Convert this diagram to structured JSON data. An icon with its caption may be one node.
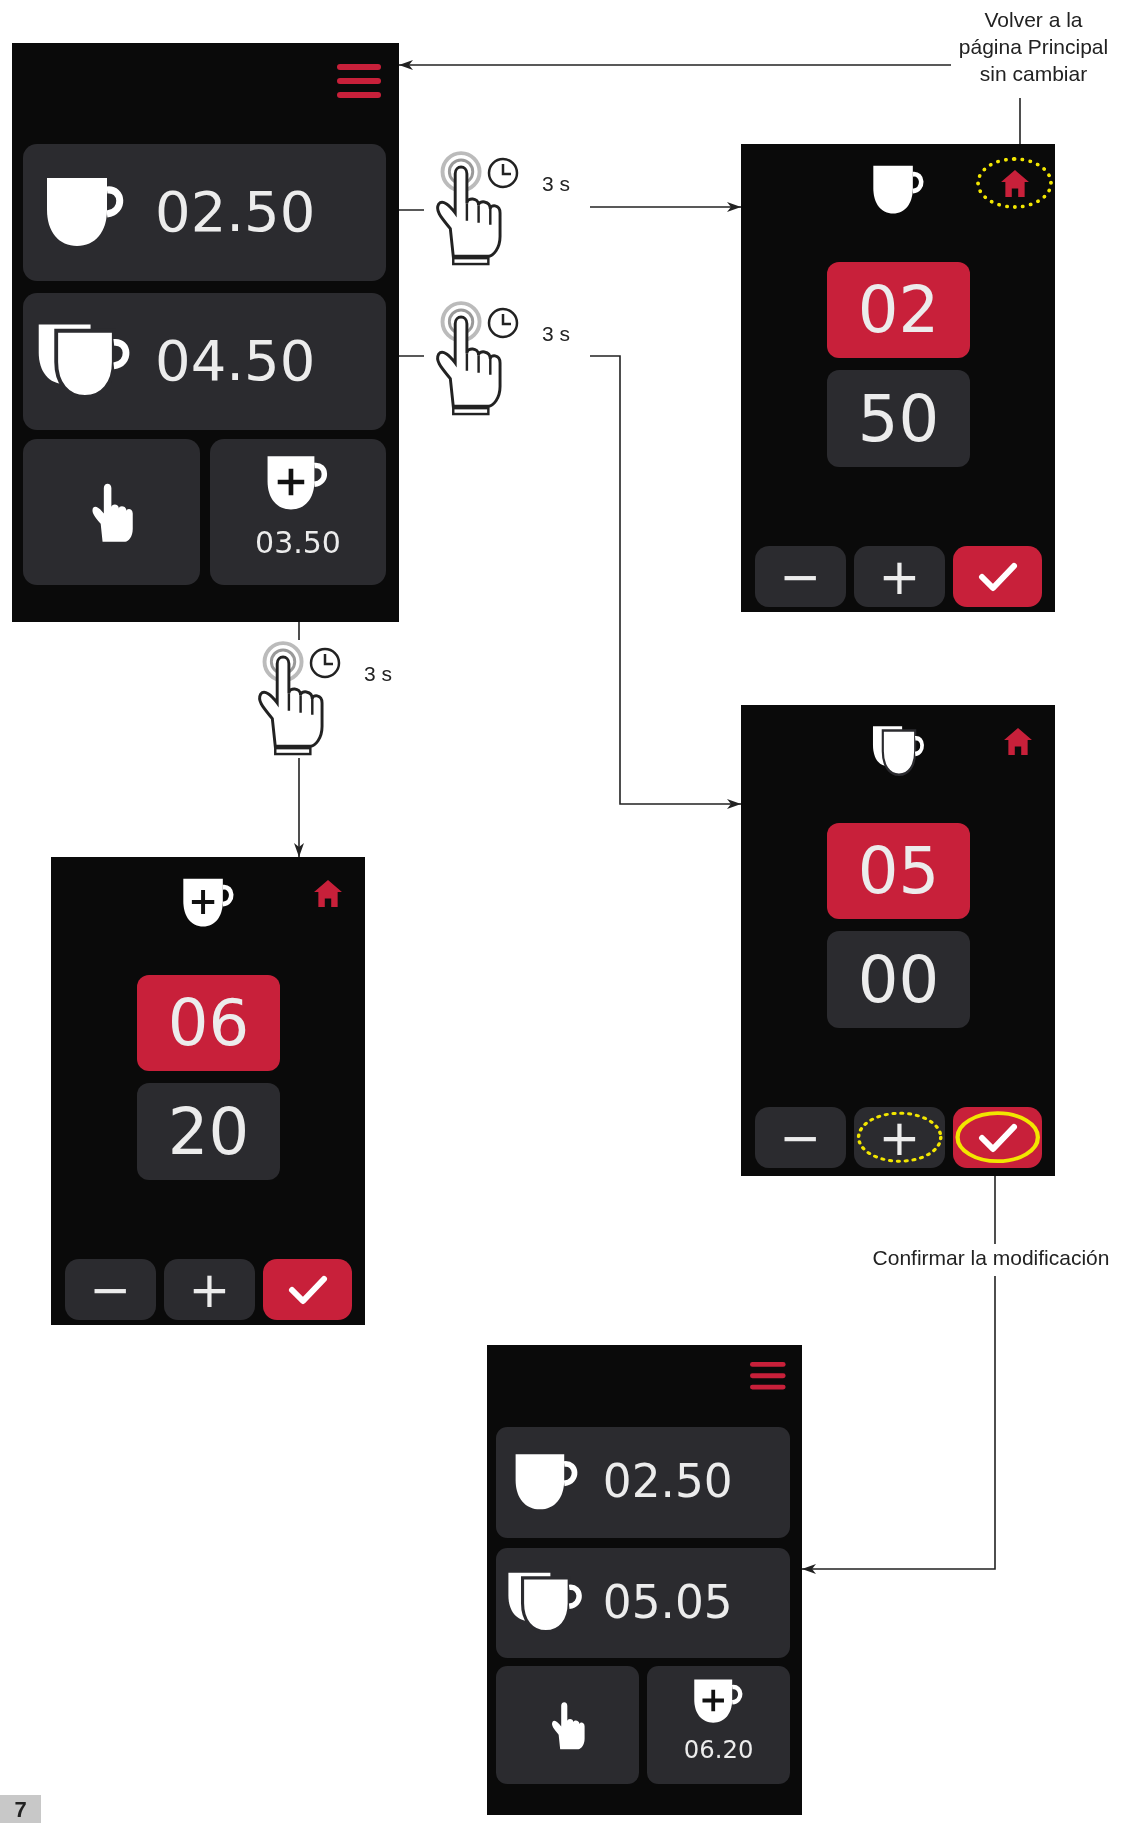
{
  "diagram": {
    "nodes": [
      {
        "text": [],
        "shape": "box"
      },
      {
        "text": [
          "02.50"
        ],
        "in": 0
      },
      {
        "text": [
          "04.50"
        ],
        "in": 0
      },
      {
        "text": [],
        "shape": "box",
        "in": 0
      },
      {
        "text": [
          "03.50"
        ],
        "in": 0
      },
      {
        "text": [
          "Volver a la página Principal sin cambiar"
        ]
      },
      {
        "text": [
          "3 s"
        ]
      },
      {
        "text": [
          "3 s"
        ]
      },
      {
        "text": [],
        "shape": "box"
      },
      {
        "text": [],
        "shape": "circle",
        "in": 8
      },
      {
        "text": [
          "02"
        ],
        "in": 8
      },
      {
        "text": [
          "50"
        ],
        "in": 8
      },
      {
        "text": [
          "−"
        ],
        "in": 8
      },
      {
        "text": [
          "+"
        ],
        "in": 8
      },
      {
        "text": [],
        "shape": "box",
        "in": 8
      },
      {
        "text": [
          "3 s"
        ]
      },
      {
        "text": [],
        "shape": "box"
      },
      {
        "text": [
          "05"
        ],
        "in": 16
      },
      {
        "text": [
          "00"
        ],
        "in": 16
      },
      {
        "text": [
          "−"
        ],
        "in": 16
      },
      {
        "text": [
          "+"
        ],
        "in": 16
      },
      {
        "text": [],
        "shape": "box",
        "in": 16
      },
      {
        "text": [],
        "shape": "box"
      },
      {
        "text": [
          "06"
        ],
        "in": 22
      },
      {
        "text": [
          "20"
        ],
        "in": 22
      },
      {
        "text": [
          "−"
        ],
        "in": 22
      },
      {
        "text": [
          "+"
        ],
        "in": 22
      },
      {
        "text": [],
        "shape": "box",
        "in": 22
      },
      {
        "text": [
          "Confirmar la modificación"
        ]
      },
      {
        "text": [],
        "shape": "box"
      },
      {
        "text": [
          "02.50"
        ],
        "in": 29
      },
      {
        "text": [
          "05.05"
        ],
        "in": 29
      },
      {
        "text": [],
        "shape": "box",
        "in": 29
      },
      {
        "text": [
          "06.20"
        ],
        "in": 29
      }
    ],
    "edges": [
      {
        "from": 1,
        "to": 6,
        "arrow": "none"
      },
      {
        "from": 6,
        "to": 8,
        "arrow": "to"
      },
      {
        "from": 2,
        "to": 7,
        "arrow": "none"
      },
      {
        "from": 7,
        "to": 16,
        "arrow": "to"
      },
      {
        "from": 4,
        "to": 15,
        "arrow": "none"
      },
      {
        "from": 15,
        "to": 22,
        "arrow": "to"
      },
      {
        "from": 9,
        "to": 5,
        "arrow": "none"
      },
      {
        "from": 5,
        "to": 0,
        "arrow": "to"
      },
      {
        "from": 21,
        "to": 28,
        "arrow": "none"
      },
      {
        "from": 28,
        "to": 29,
        "arrow": "to"
      }
    ],
    "labels": [
      "7"
    ]
  }
}
